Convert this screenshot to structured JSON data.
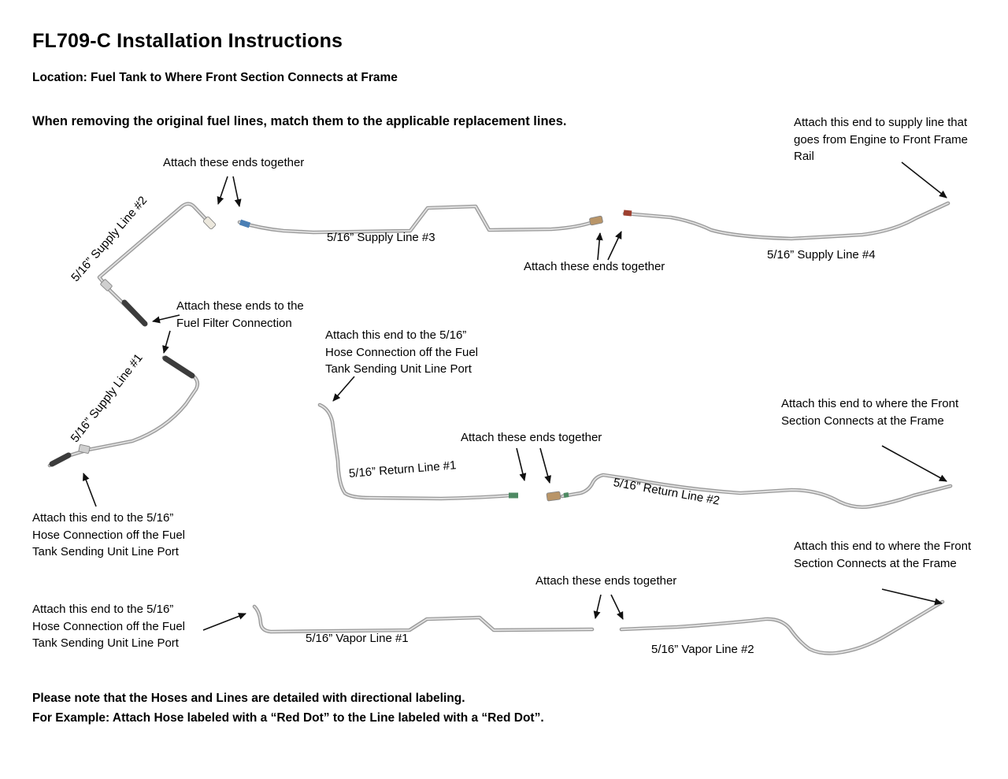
{
  "page": {
    "title": "FL709-C Installation Instructions",
    "location_line": "Location: Fuel Tank to Where Front Section Connects at Frame",
    "intro_line": "When removing the original fuel lines, match them to the applicable replacement lines.",
    "footer_note_1": "Please note that the Hoses and Lines are detailed with directional labeling.",
    "footer_note_2": "For Example: Attach Hose labeled with a “Red Dot” to the Line labeled with a “Red Dot”."
  },
  "annotations": {
    "attach_ends_supply_top": "Attach these ends together",
    "attach_ends_supply_mid": "Attach these ends together",
    "attach_ends_return": "Attach these ends together",
    "attach_ends_vapor": "Attach these ends together",
    "attach_engine_front_rail": "Attach this end to supply line that goes from Engine to Front Frame Rail",
    "attach_fuel_filter": "Attach these ends to the Fuel Filter Connection",
    "attach_hose_sending_unit_return": "Attach this end to the 5/16” Hose Connection off the Fuel Tank Sending Unit Line Port",
    "attach_hose_sending_unit_supply": "Attach this end to the 5/16” Hose Connection off the Fuel Tank Sending Unit Line Port",
    "attach_hose_sending_unit_vapor": "Attach this end to the 5/16” Hose Connection off the Fuel Tank Sending Unit Line Port",
    "attach_front_section_return": "Attach this end to where the Front Section Connects at the Frame",
    "attach_front_section_vapor": "Attach this end to where the Front Section Connects at the Frame"
  },
  "line_labels": {
    "supply_line_1": "5/16” Supply Line #1",
    "supply_line_2": "5/16” Supply Line #2",
    "supply_line_3": "5/16” Supply Line #3",
    "supply_line_4": "5/16” Supply Line #4",
    "return_line_1": "5/16” Return Line #1",
    "return_line_2": "5/16” Return Line #2",
    "vapor_line_1": "5/16” Vapor Line #1",
    "vapor_line_2": "5/16” Vapor Line #2"
  },
  "colors": {
    "blue_marker": "#4a7fb5",
    "red_marker": "#9e4030",
    "green_marker": "#4e8a63",
    "tan_connector": "#b99568",
    "white_connector": "#ece8dd",
    "nut_gray": "#cfcfcf"
  }
}
